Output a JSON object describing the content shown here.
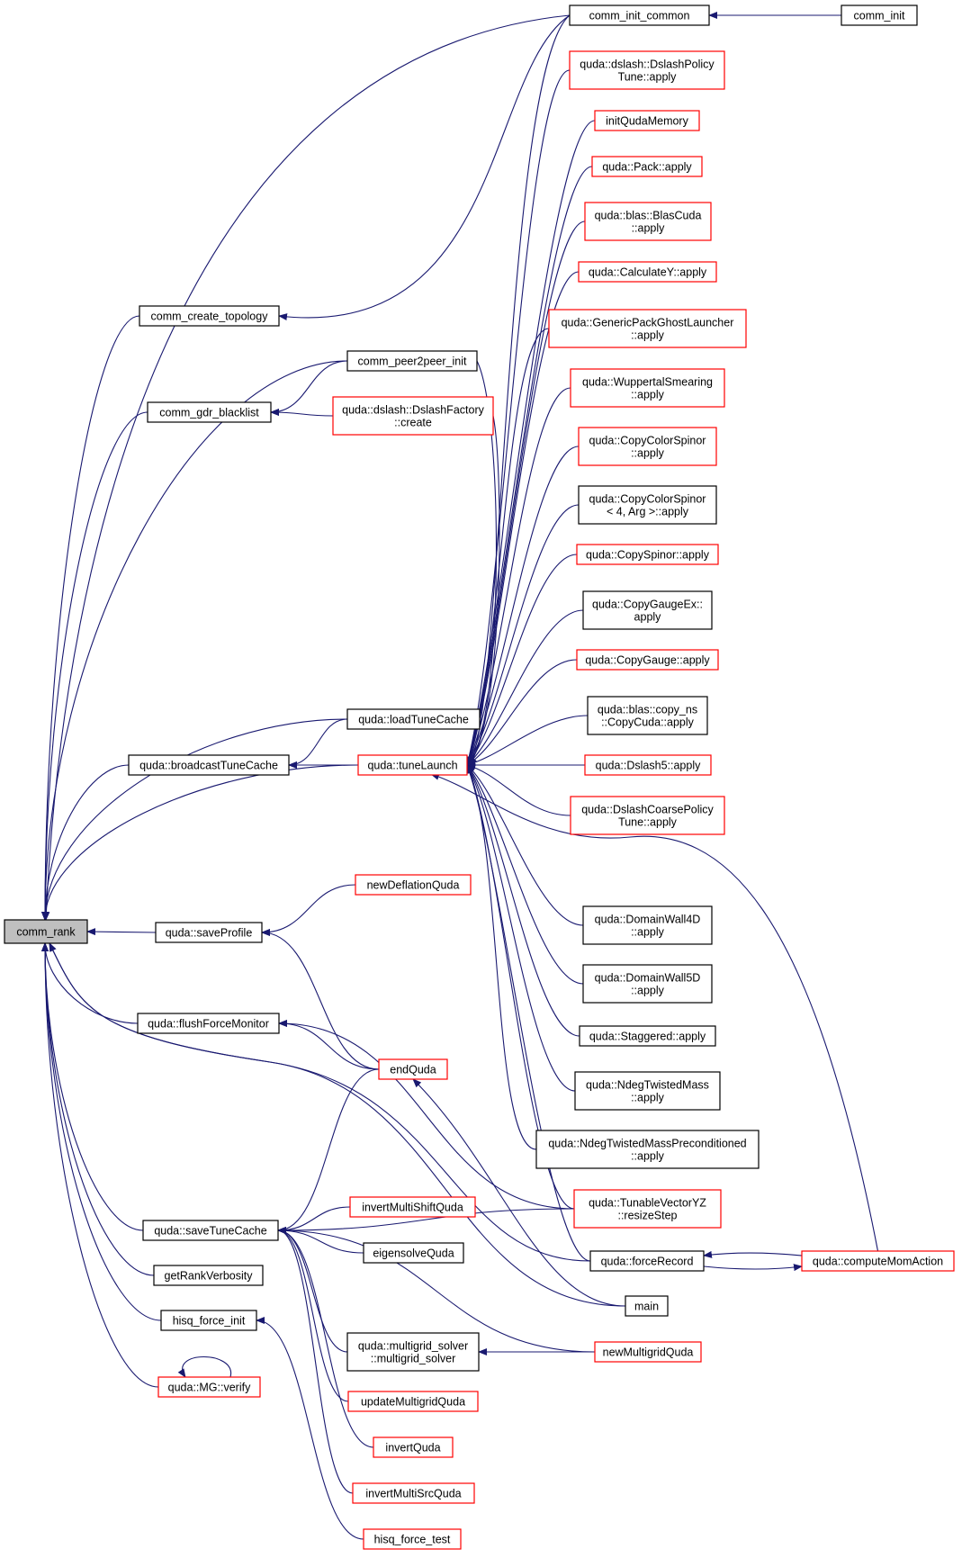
{
  "colors": {
    "edge": "#191970",
    "border_default": "#000000",
    "border_truncated": "#ff0000",
    "focus_fill": "#bfbfbf",
    "node_fill": "#ffffff"
  },
  "nodes": [
    {
      "id": "comm_rank",
      "lines": [
        "comm_rank"
      ],
      "style": "focus"
    },
    {
      "id": "comm_init_common",
      "lines": [
        "comm_init_common"
      ],
      "style": "black"
    },
    {
      "id": "comm_init",
      "lines": [
        "comm_init"
      ],
      "style": "black"
    },
    {
      "id": "dslash_policy_tune",
      "lines": [
        "quda::dslash::DslashPolicy",
        "Tune::apply"
      ],
      "style": "red"
    },
    {
      "id": "initQudaMemory",
      "lines": [
        "initQudaMemory"
      ],
      "style": "red"
    },
    {
      "id": "pack_apply",
      "lines": [
        "quda::Pack::apply"
      ],
      "style": "red"
    },
    {
      "id": "blas_cuda",
      "lines": [
        "quda::blas::BlasCuda",
        "::apply"
      ],
      "style": "red"
    },
    {
      "id": "calculateY",
      "lines": [
        "quda::CalculateY::apply"
      ],
      "style": "red"
    },
    {
      "id": "comm_create_topology",
      "lines": [
        "comm_create_topology"
      ],
      "style": "black"
    },
    {
      "id": "generic_pack_ghost",
      "lines": [
        "quda::GenericPackGhostLauncher",
        "::apply"
      ],
      "style": "red"
    },
    {
      "id": "comm_peer2peer_init",
      "lines": [
        "comm_peer2peer_init"
      ],
      "style": "black"
    },
    {
      "id": "comm_gdr_blacklist",
      "lines": [
        "comm_gdr_blacklist"
      ],
      "style": "black"
    },
    {
      "id": "dslash_factory",
      "lines": [
        "quda::dslash::DslashFactory",
        "::create"
      ],
      "style": "red"
    },
    {
      "id": "wuppertal",
      "lines": [
        "quda::WuppertalSmearing",
        "::apply"
      ],
      "style": "red"
    },
    {
      "id": "copy_color_spinor",
      "lines": [
        "quda::CopyColorSpinor",
        "::apply"
      ],
      "style": "red"
    },
    {
      "id": "copy_color_spinor_4",
      "lines": [
        "quda::CopyColorSpinor",
        "< 4, Arg >::apply"
      ],
      "style": "black"
    },
    {
      "id": "copy_spinor",
      "lines": [
        "quda::CopySpinor::apply"
      ],
      "style": "red"
    },
    {
      "id": "copy_gauge_ex",
      "lines": [
        "quda::CopyGaugeEx::",
        "apply"
      ],
      "style": "black"
    },
    {
      "id": "copy_gauge",
      "lines": [
        "quda::CopyGauge::apply"
      ],
      "style": "red"
    },
    {
      "id": "load_tune_cache",
      "lines": [
        "quda::loadTuneCache"
      ],
      "style": "black"
    },
    {
      "id": "copy_ns",
      "lines": [
        "quda::blas::copy_ns",
        "::CopyCuda::apply"
      ],
      "style": "black"
    },
    {
      "id": "broadcast_tune_cache",
      "lines": [
        "quda::broadcastTuneCache"
      ],
      "style": "black"
    },
    {
      "id": "tune_launch",
      "lines": [
        "quda::tuneLaunch"
      ],
      "style": "red"
    },
    {
      "id": "dslash5",
      "lines": [
        "quda::Dslash5::apply"
      ],
      "style": "red"
    },
    {
      "id": "dslash_coarse_policy",
      "lines": [
        "quda::DslashCoarsePolicy",
        "Tune::apply"
      ],
      "style": "red"
    },
    {
      "id": "newDeflationQuda",
      "lines": [
        "newDeflationQuda"
      ],
      "style": "red"
    },
    {
      "id": "domain_wall_4d",
      "lines": [
        "quda::DomainWall4D",
        "::apply"
      ],
      "style": "black"
    },
    {
      "id": "save_profile",
      "lines": [
        "quda::saveProfile"
      ],
      "style": "black"
    },
    {
      "id": "domain_wall_5d",
      "lines": [
        "quda::DomainWall5D",
        "::apply"
      ],
      "style": "black"
    },
    {
      "id": "flush_force_monitor",
      "lines": [
        "quda::flushForceMonitor"
      ],
      "style": "black"
    },
    {
      "id": "staggered",
      "lines": [
        "quda::Staggered::apply"
      ],
      "style": "black"
    },
    {
      "id": "endQuda",
      "lines": [
        "endQuda"
      ],
      "style": "red"
    },
    {
      "id": "ndeg_twisted_mass",
      "lines": [
        "quda::NdegTwistedMass",
        "::apply"
      ],
      "style": "black"
    },
    {
      "id": "ndeg_twisted_mass_prec",
      "lines": [
        "quda::NdegTwistedMassPreconditioned",
        "::apply"
      ],
      "style": "black"
    },
    {
      "id": "tunable_vector_yz",
      "lines": [
        "quda::TunableVectorYZ",
        "::resizeStep"
      ],
      "style": "red"
    },
    {
      "id": "save_tune_cache",
      "lines": [
        "quda::saveTuneCache"
      ],
      "style": "black"
    },
    {
      "id": "invertMultiShiftQuda",
      "lines": [
        "invertMultiShiftQuda"
      ],
      "style": "red"
    },
    {
      "id": "eigensolveQuda",
      "lines": [
        "eigensolveQuda"
      ],
      "style": "black"
    },
    {
      "id": "force_record",
      "lines": [
        "quda::forceRecord"
      ],
      "style": "black"
    },
    {
      "id": "compute_mom_action",
      "lines": [
        "quda::computeMomAction"
      ],
      "style": "red"
    },
    {
      "id": "getRankVerbosity",
      "lines": [
        "getRankVerbosity"
      ],
      "style": "black"
    },
    {
      "id": "main",
      "lines": [
        "main"
      ],
      "style": "black"
    },
    {
      "id": "hisq_force_init",
      "lines": [
        "hisq_force_init"
      ],
      "style": "black"
    },
    {
      "id": "multigrid_solver",
      "lines": [
        "quda::multigrid_solver",
        "::multigrid_solver"
      ],
      "style": "black"
    },
    {
      "id": "newMultigridQuda",
      "lines": [
        "newMultigridQuda"
      ],
      "style": "red"
    },
    {
      "id": "mg_verify",
      "lines": [
        "quda::MG::verify"
      ],
      "style": "red"
    },
    {
      "id": "updateMultigridQuda",
      "lines": [
        "updateMultigridQuda"
      ],
      "style": "red"
    },
    {
      "id": "invertQuda",
      "lines": [
        "invertQuda"
      ],
      "style": "red"
    },
    {
      "id": "invertMultiSrcQuda",
      "lines": [
        "invertMultiSrcQuda"
      ],
      "style": "red"
    },
    {
      "id": "hisq_force_test",
      "lines": [
        "hisq_force_test"
      ],
      "style": "red"
    }
  ]
}
